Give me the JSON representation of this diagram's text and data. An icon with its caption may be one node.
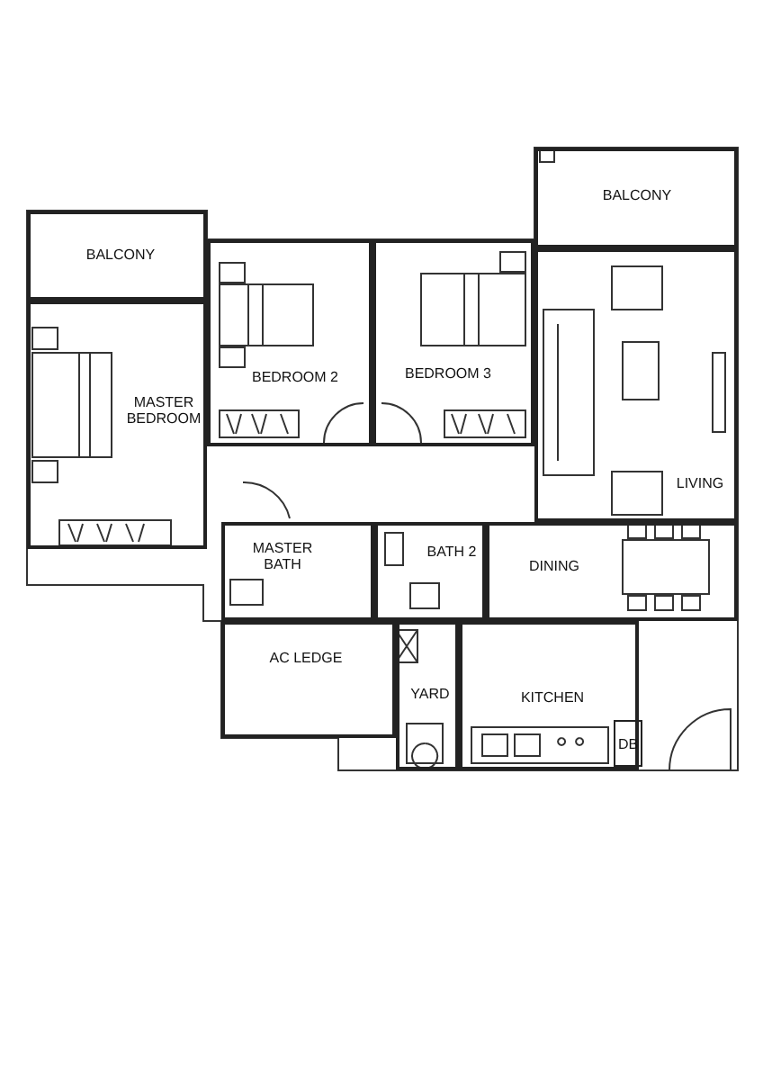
{
  "diagram": {
    "nodes": [
      {
        "text": [
          "BALCONY"
        ]
      },
      {
        "text": [
          "BALCONY"
        ]
      },
      {
        "text": [
          "BEDROOM 2"
        ]
      },
      {
        "text": [
          "BEDROOM 3"
        ]
      },
      {
        "text": [
          "MASTER BEDROOM"
        ]
      },
      {
        "text": [
          "LIVING"
        ]
      },
      {
        "text": [
          "MASTER BATH"
        ]
      },
      {
        "text": [
          "BATH 2"
        ]
      },
      {
        "text": [
          "DINING"
        ]
      },
      {
        "text": [
          "AC LEDGE"
        ]
      },
      {
        "text": [
          "YARD"
        ]
      },
      {
        "text": [
          "KITCHEN"
        ]
      },
      {
        "text": [
          "DB"
        ],
        "in": 11
      }
    ]
  }
}
